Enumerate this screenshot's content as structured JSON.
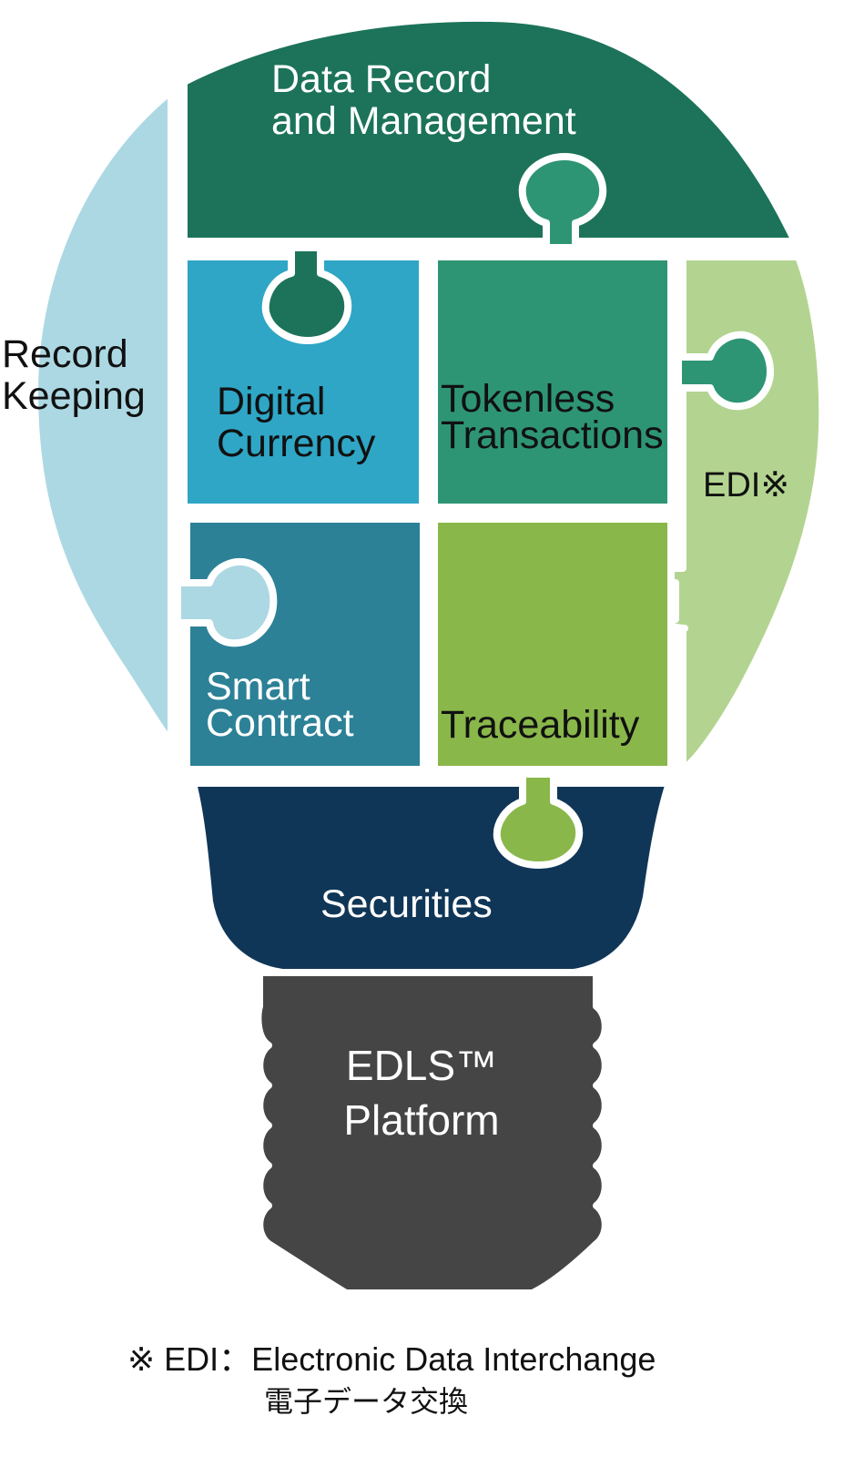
{
  "colors": {
    "data_record": "#1c7359",
    "record_keeping": "#acd8e3",
    "edi": "#b3d490",
    "digital_currency": "#2fa6c6",
    "tokenless": "#2e9574",
    "smart_contract": "#2c8197",
    "traceability": "#89b74a",
    "securities": "#103657",
    "platform": "#454545",
    "background": "#ffffff"
  },
  "pieces": {
    "data_record": {
      "line1": "Data Record",
      "line2": "and Management"
    },
    "record_keeping": {
      "line1": "Record",
      "line2": "Keeping"
    },
    "digital_currency": {
      "line1": "Digital",
      "line2": "Currency"
    },
    "tokenless": {
      "line1": "Tokenless",
      "line2": "Transactions"
    },
    "edi": {
      "label": "EDI※"
    },
    "smart_contract": {
      "line1": "Smart",
      "line2": "Contract"
    },
    "traceability": {
      "label": "Traceability"
    },
    "securities": {
      "label": "Securities"
    },
    "platform": {
      "line1": "EDLS™",
      "line2": "Platform"
    }
  },
  "footnote": {
    "line1": "※ EDI：Electronic Data Interchange",
    "line2": "電子データ交換"
  }
}
